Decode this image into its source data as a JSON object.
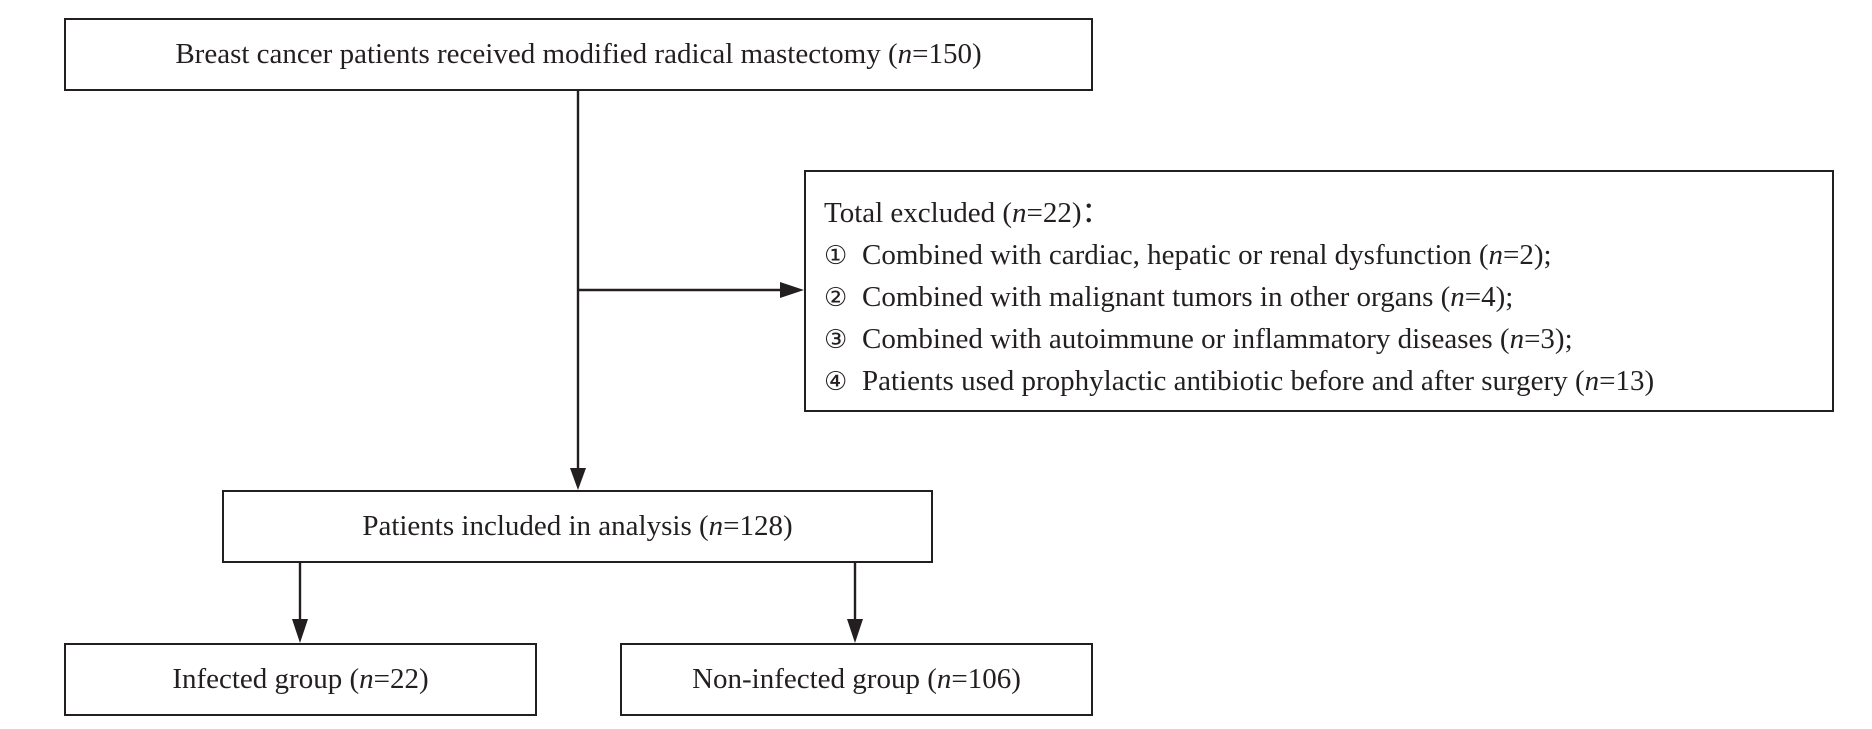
{
  "top_box": {
    "text": "Breast cancer patients received modified radical mastectomy",
    "n_value": "150"
  },
  "excluded_box": {
    "title": "Total excluded",
    "n_value": "22",
    "items": [
      {
        "marker": "①",
        "text": "Combined with cardiac, hepatic or renal dysfunction",
        "n_value": "2",
        "end": ");"
      },
      {
        "marker": "②",
        "text": "Combined with malignant tumors in other organs",
        "n_value": "4",
        "end": ");"
      },
      {
        "marker": "③",
        "text": "Combined with autoimmune or inflammatory diseases",
        "n_value": "3",
        "end": ");"
      },
      {
        "marker": "④",
        "text": "Patients used prophylactic antibiotic before and after surgery",
        "n_value": "13",
        "end": ")"
      }
    ]
  },
  "included_box": {
    "text": "Patients included in analysis",
    "n_value": "128"
  },
  "infected_box": {
    "text": "Infected group",
    "n_value": "22"
  },
  "noninfected_box": {
    "text": "Non-infected group",
    "n_value": "106"
  },
  "n_symbol": "n",
  "colors": {
    "line": "#231f20"
  }
}
